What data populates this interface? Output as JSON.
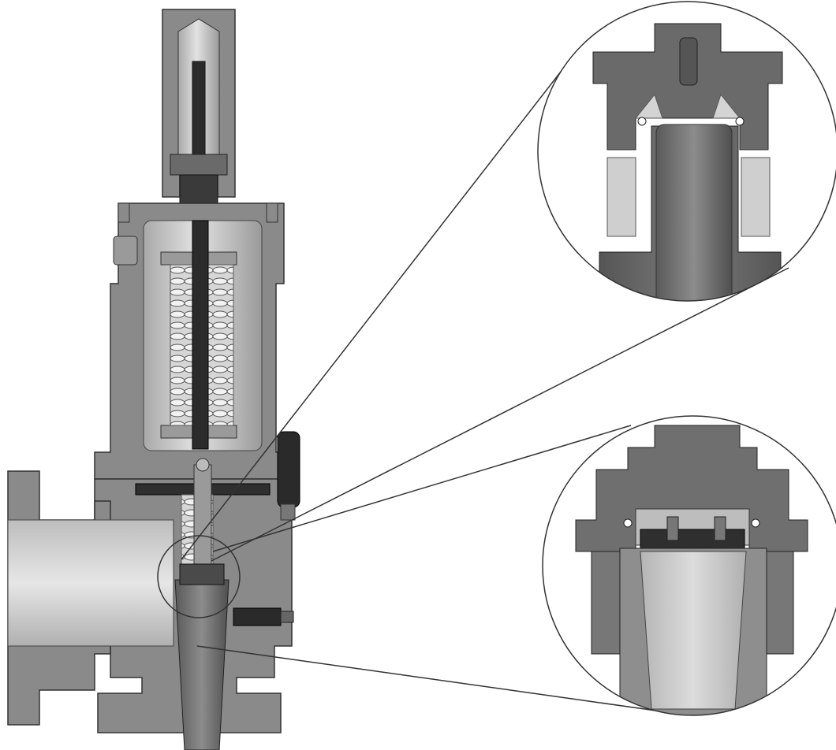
{
  "figure": {
    "subject": "safety-relief-valve-cross-section",
    "views": [
      {
        "id": "main-section",
        "label": ""
      },
      {
        "id": "detail-upper",
        "label": ""
      },
      {
        "id": "detail-lower",
        "label": ""
      }
    ],
    "colors": {
      "background": "#ffffff",
      "body": "#8a8a8a",
      "body_light": "#bdbdbd",
      "body_lighter": "#d9d9d9",
      "dark_part": "#2a2a2a",
      "outline": "#333333",
      "nozzle": "#6c6c6c"
    }
  }
}
